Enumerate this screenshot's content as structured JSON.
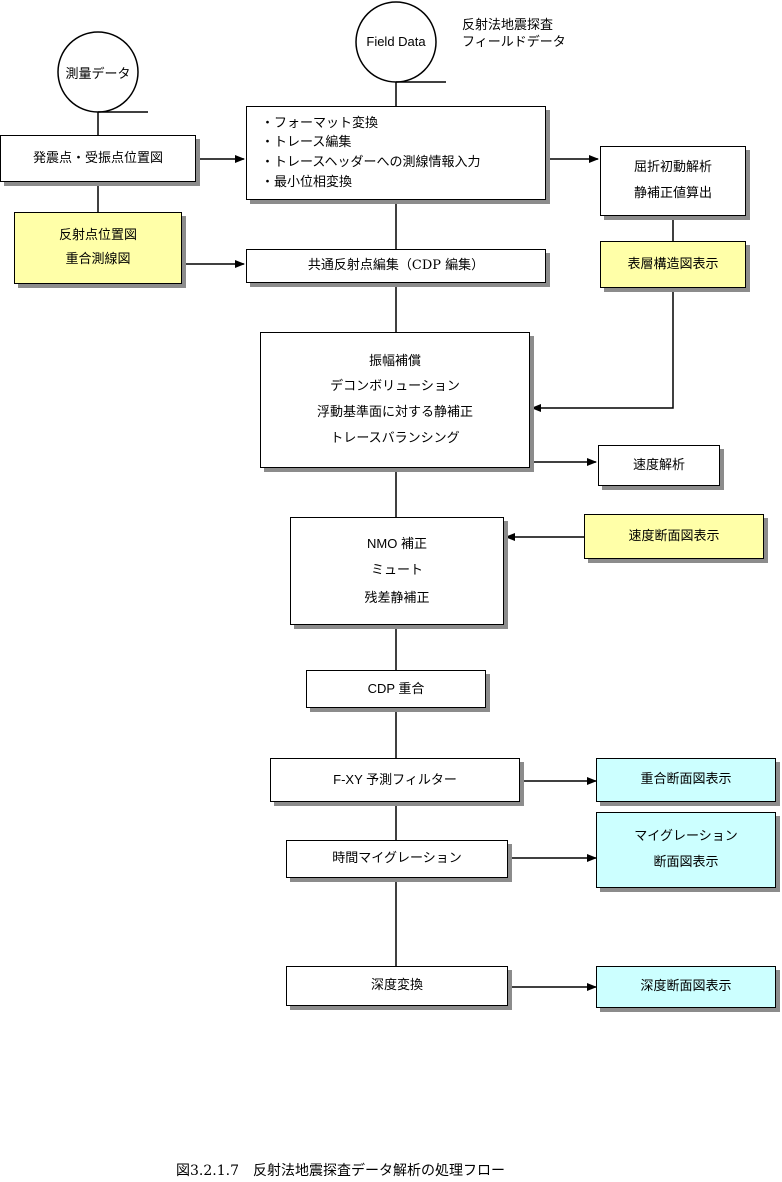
{
  "terminators": {
    "survey": "測量データ",
    "field": "Field Data"
  },
  "field_note": [
    "反射法地震探査",
    "フィールドデータ"
  ],
  "boxes": {
    "shot_receiver": "発震点・受振点位置図",
    "reflection_map": [
      "反射点位置図",
      "重合測線図"
    ],
    "preprocess": [
      "・フォーマット変換",
      "・トレース編集",
      "・トレースヘッダーへの測線情報入力",
      "・最小位相変換"
    ],
    "refraction": [
      "屈折初動解析",
      "静補正値算出"
    ],
    "surface_structure": "表層構造図表示",
    "cdp_sort": "共通反射点編集（CDP 編集）",
    "amplitude": [
      "振幅補償",
      "デコンボリューション",
      "浮動基準面に対する静補正",
      "トレースバランシング"
    ],
    "velocity_analysis": "速度解析",
    "velocity_section": "速度断面図表示",
    "nmo": [
      "NMO 補正",
      "ミュート",
      "残差静補正"
    ],
    "cdp_stack": "CDP 重合",
    "fxy": "F-XY 予測フィルター",
    "stack_section": "重合断面図表示",
    "time_migration": "時間マイグレーション",
    "migration_section": [
      "マイグレーション",
      "断面図表示"
    ],
    "depth_conversion": "深度変換",
    "depth_section": "深度断面図表示"
  },
  "caption": "図3.2.1.7　反射法地震探査データ解析の処理フロー",
  "colors": {
    "yellow": "#ffffa8",
    "cyan": "#ccffff",
    "shadow": "#8c8c8c"
  }
}
